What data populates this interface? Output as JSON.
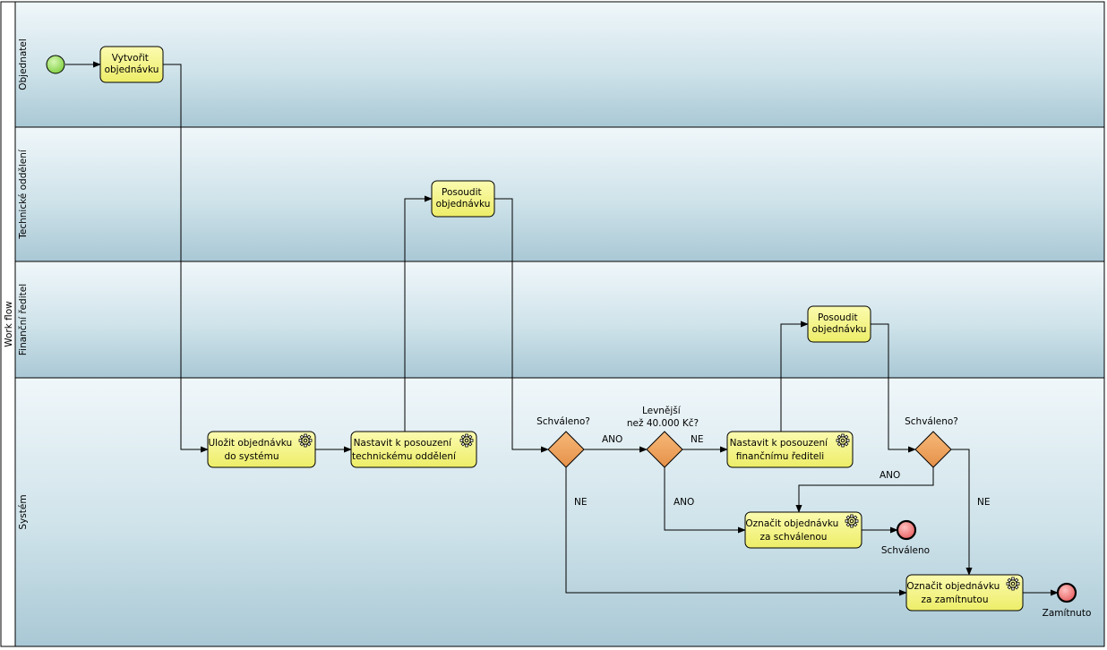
{
  "pool": {
    "label": "Work flow"
  },
  "lanes": [
    {
      "id": "objednatel",
      "label": "Objednatel"
    },
    {
      "id": "technicke",
      "label": "Technické oddělení"
    },
    {
      "id": "financni",
      "label": "Finanční ředitel"
    },
    {
      "id": "system",
      "label": "Systém"
    }
  ],
  "tasks": {
    "vytvorit": {
      "lines": [
        "Vytvořit",
        "objednávku"
      ]
    },
    "posoudit_tech": {
      "lines": [
        "Posoudit",
        "objednávku"
      ]
    },
    "posoudit_fin": {
      "lines": [
        "Posoudit",
        "objednávku"
      ]
    },
    "ulozit": {
      "lines": [
        "Uložit objednávku",
        "do systému"
      ]
    },
    "nastavit_tech": {
      "lines": [
        "Nastavit k posouzení",
        "technickému oddělení"
      ]
    },
    "nastavit_fin": {
      "lines": [
        "Nastavit k posouzení",
        "finančnímu řediteli"
      ]
    },
    "oznacit_schv": {
      "lines": [
        "Označit objednávku",
        "za schválenou"
      ]
    },
    "oznacit_zam": {
      "lines": [
        "Označit objednávku",
        "za zamítnutou"
      ]
    }
  },
  "gateways": {
    "g1": {
      "lines": [
        "Schváleno?"
      ]
    },
    "g2": {
      "lines": [
        "Levnější",
        "než 40.000 Kč?"
      ]
    },
    "g3": {
      "lines": [
        "Schváleno?"
      ]
    }
  },
  "events": {
    "start": {
      "label": ""
    },
    "end_schvaleno": {
      "label": "Schváleno"
    },
    "end_zamitnuto": {
      "label": "Zamítnuto"
    }
  },
  "flow_labels": {
    "g1_ano": "ANO",
    "g1_ne": "NE",
    "g2_ne": "NE",
    "g2_ano": "ANO",
    "g3_ano": "ANO",
    "g3_ne": "NE"
  },
  "colors": {
    "lane_fill_top": "#e9f3f7",
    "lane_fill_bottom": "#aac9d6",
    "task_fill": "#f1f07e",
    "task_border": "#4f4f00",
    "gateway_fill": "#f2a560",
    "start_fill": "#9ee063",
    "end_fill": "#f07c7c"
  }
}
